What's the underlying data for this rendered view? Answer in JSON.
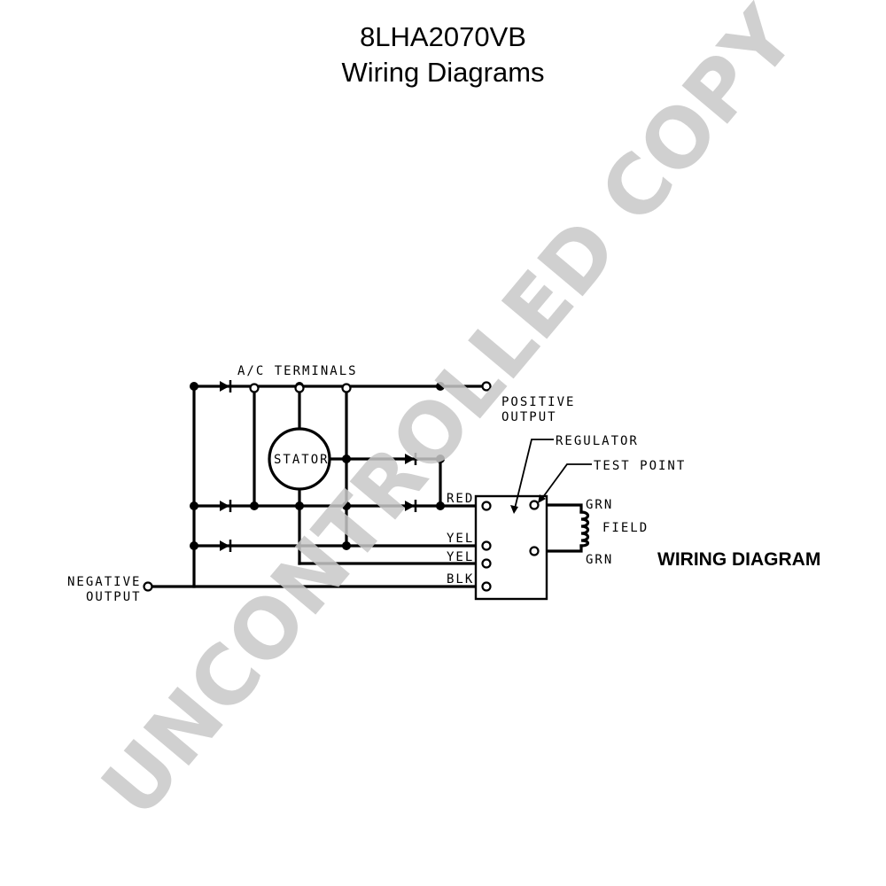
{
  "header": {
    "model": "8LHA2070VB",
    "subtitle": "Wiring Diagrams"
  },
  "diagram": {
    "ac_terminals": "A/C TERMINALS",
    "stator": "STATOR",
    "positive_output_1": "POSITIVE",
    "positive_output_2": "OUTPUT",
    "negative_output_1": "NEGATIVE",
    "negative_output_2": "OUTPUT",
    "regulator": "REGULATOR",
    "test_point": "TEST POINT",
    "field": "FIELD",
    "wire_red": "RED",
    "wire_yel_1": "YEL",
    "wire_yel_2": "YEL",
    "wire_blk": "BLK",
    "wire_grn_top": "GRN",
    "wire_grn_bottom": "GRN",
    "caption": "WIRING DIAGRAM"
  },
  "watermark": "UNCONTROLLED COPY"
}
